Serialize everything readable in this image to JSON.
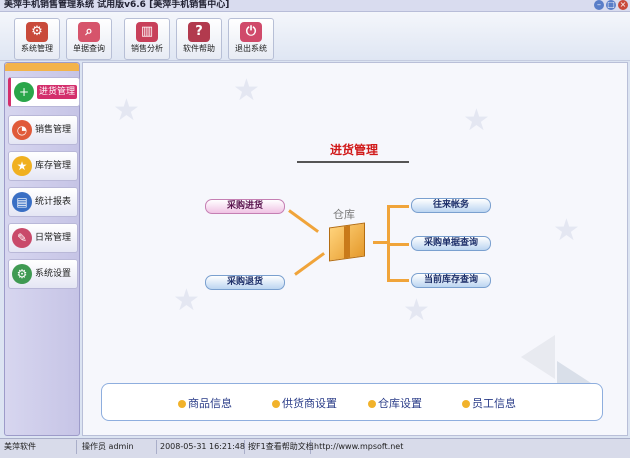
{
  "window": {
    "title": "美萍手机销售管理系统 试用版v6.6 [美萍手机销售中心]",
    "buttons": [
      "minimize",
      "restore",
      "close"
    ]
  },
  "toolbar": {
    "items": [
      {
        "label": "系统管理",
        "icon": "gear-icon",
        "color": "#c94a3a"
      },
      {
        "label": "单据查询",
        "icon": "search-icon",
        "color": "#d6546b"
      },
      {
        "label": "销售分析",
        "icon": "bar-chart-icon",
        "color": "#c8405a"
      },
      {
        "label": "软件帮助",
        "icon": "help-icon",
        "color": "#b23a4e"
      },
      {
        "label": "退出系统",
        "icon": "exit-icon",
        "color": "#d04a6a"
      }
    ]
  },
  "sidebar": {
    "items": [
      {
        "label": "进货管理",
        "icon": "plus-icon",
        "color": "#2aa64a",
        "active": true
      },
      {
        "label": "销售管理",
        "icon": "pie-icon",
        "color": "#e05a3a",
        "active": false
      },
      {
        "label": "库存管理",
        "icon": "star-icon",
        "color": "#f0b020",
        "active": false
      },
      {
        "label": "统计报表",
        "icon": "report-icon",
        "color": "#3a6fc4",
        "active": false
      },
      {
        "label": "日常管理",
        "icon": "tools-icon",
        "color": "#c94a6a",
        "active": false
      },
      {
        "label": "系统设置",
        "icon": "settings-icon",
        "color": "#3f9a52",
        "active": false
      }
    ]
  },
  "main": {
    "section_title": "进货管理",
    "warehouse_label": "仓库",
    "left_actions": [
      "采购进货",
      "采购退货"
    ],
    "right_actions": [
      "往来帐务",
      "采购单据查询",
      "当前库存查询"
    ]
  },
  "bottom": {
    "links": [
      "商品信息",
      "供货商设置",
      "仓库设置",
      "员工信息"
    ]
  },
  "status": {
    "company": "美萍软件",
    "operator": "操作员 admin",
    "datetime": "2008-05-31 16:21:48",
    "help": "按F1查看帮助文档",
    "website": "http://www.mpsoft.net"
  }
}
